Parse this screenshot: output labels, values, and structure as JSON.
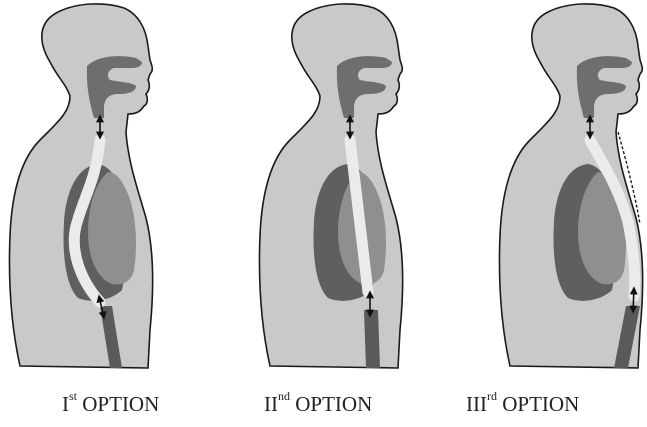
{
  "figure": {
    "panels": [
      {
        "caption": {
          "numeral": "I",
          "superscript": "st",
          "word": "OPTION"
        }
      },
      {
        "caption": {
          "numeral": "II",
          "superscript": "nd",
          "word": "OPTION"
        }
      },
      {
        "caption": {
          "numeral": "III",
          "superscript": "rd",
          "word": "OPTION"
        }
      }
    ]
  },
  "colors": {
    "body_fill": "#c9c9c9",
    "outline": "#1a1a1a",
    "lung_back": "#5f5f5f",
    "lung_front": "#8f8f8f",
    "airway": "#6e6e6e",
    "esophagus": "#5a5a5a",
    "conduit": "#ebebeb",
    "arrow": "#111111"
  }
}
